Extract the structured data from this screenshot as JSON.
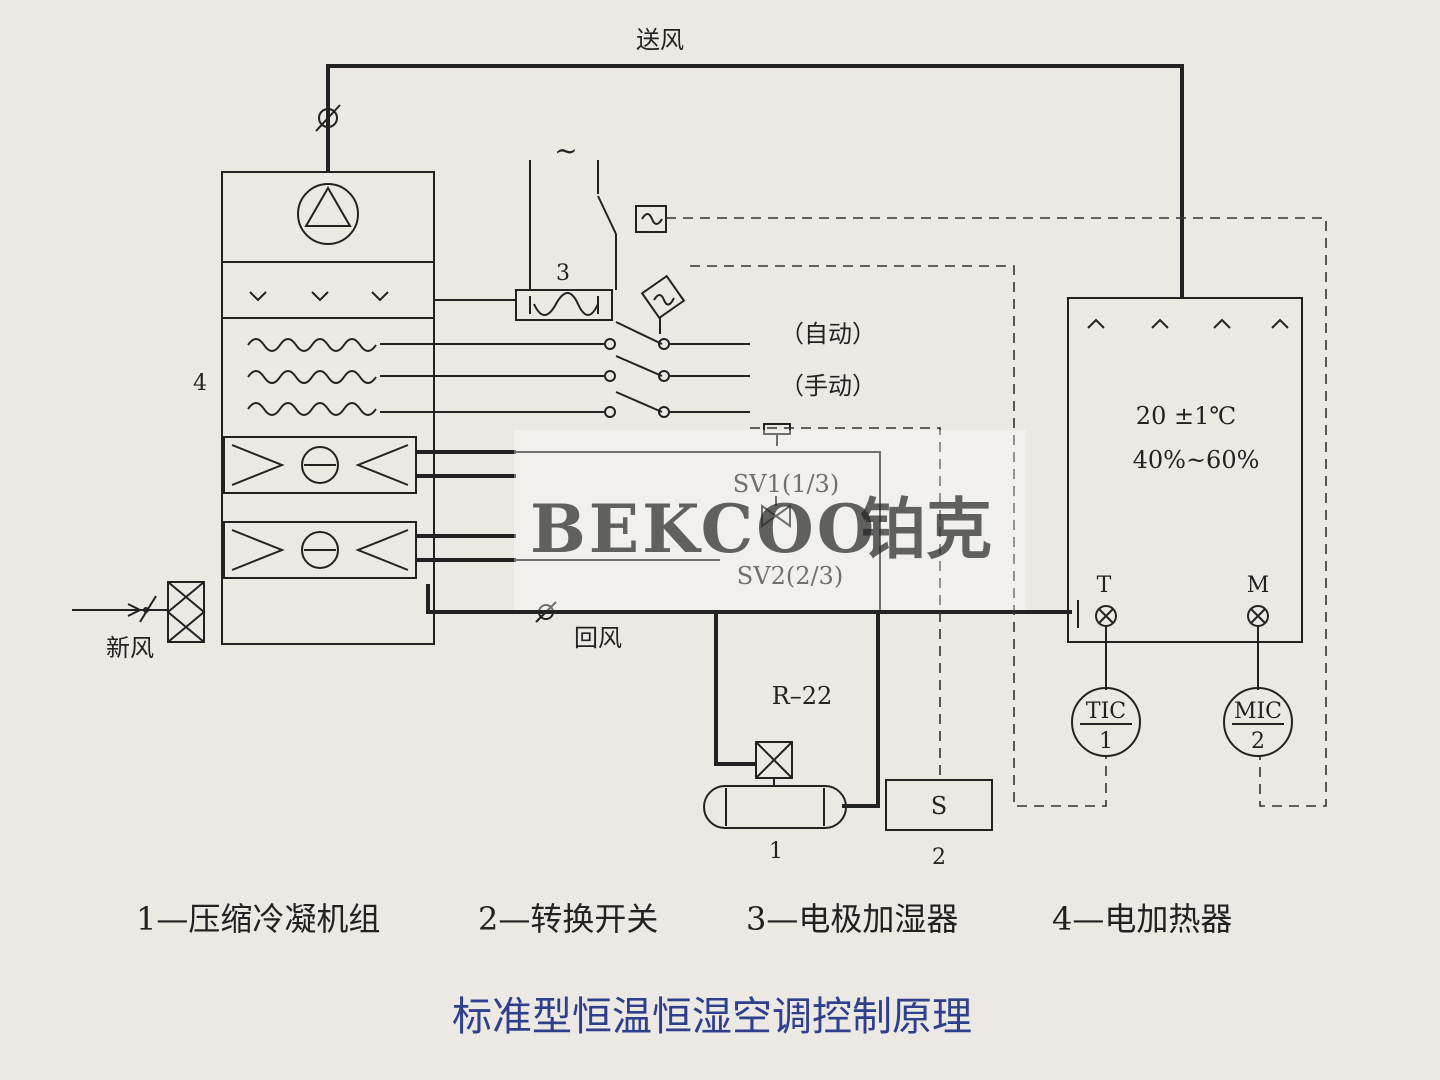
{
  "labels": {
    "supply_air": "送风",
    "fresh_air": "新风",
    "return_air": "回风",
    "auto": "（自动）",
    "manual": "（手动）",
    "num_1": "1",
    "num_2": "2",
    "num_3": "3",
    "num_4": "4",
    "ac_symbol": "~",
    "refrigerant": "R–22",
    "switch_s": "S",
    "sv1": "SV1(1/3)",
    "sv2": "SV2(2/3)",
    "temp_setpoint": "20 ±1℃",
    "humidity_range": "40%~60%",
    "sensor_t": "T",
    "sensor_m": "M",
    "tic_top": "TIC",
    "tic_bottom": "1",
    "mic_top": "MIC",
    "mic_bottom": "2"
  },
  "legend": [
    "1—压缩冷凝机组",
    "2—转换开关",
    "3—电极加湿器",
    "4—电加热器"
  ],
  "watermark": {
    "brand_latin": "BEKCOO",
    "brand_cn": "铂克"
  },
  "caption": "标准型恒温恒湿空调控制原理"
}
